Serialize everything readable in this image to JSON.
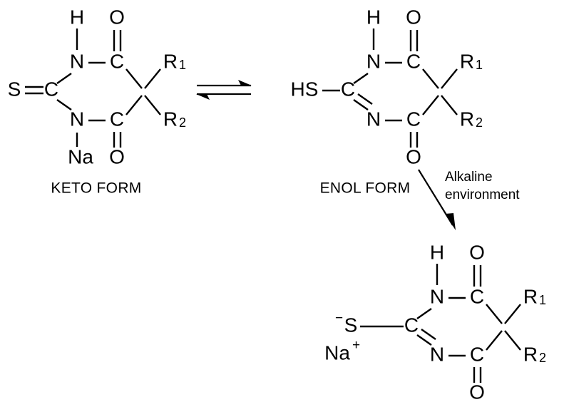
{
  "diagram": {
    "title_visible": false,
    "background_color": "#ffffff",
    "ink_color": "#000000",
    "type": "chemical-reaction-scheme",
    "description": "Keto-enol tautomerism of a sodium thiobarbiturate and its deprotonation in alkaline environment"
  },
  "structures": {
    "keto": {
      "label": "KETO FORM",
      "atoms": {
        "h": "H",
        "o_top": "O",
        "n_top": "N",
        "c_top": "C",
        "r1_base": "R",
        "r1_sub": "1",
        "s": "S",
        "c_left": "C",
        "n_bottom": "N",
        "c_bottom": "C",
        "r2_base": "R",
        "r2_sub": "2",
        "na": "Na",
        "o_bottom": "O"
      }
    },
    "enol": {
      "label": "ENOL FORM",
      "atoms": {
        "h": "H",
        "o_top": "O",
        "n_top": "N",
        "c_top": "C",
        "r1_base": "R",
        "r1_sub": "1",
        "hs": "HS",
        "c_left": "C",
        "n_bottom": "N",
        "c_bottom": "C",
        "r2_base": "R",
        "r2_sub": "2",
        "o_bottom": "O"
      }
    },
    "anion": {
      "label": "",
      "atoms": {
        "h": "H",
        "o_top": "O",
        "n_top": "N",
        "c_top": "C",
        "r1_base": "R",
        "r1_sub": "1",
        "s_charge": "−",
        "s": "S",
        "na_base": "Na",
        "na_charge": "+",
        "c_left": "C",
        "n_bottom": "N",
        "c_bottom": "C",
        "r2_base": "R",
        "r2_sub": "2",
        "o_bottom": "O"
      }
    }
  },
  "arrows": {
    "equilibrium": {
      "name": "equilibrium-arrow",
      "forward_direction": "right",
      "reverse_direction": "left"
    },
    "reaction": {
      "name": "alkaline-reaction-arrow",
      "direction": "down-right",
      "condition_line1": "Alkaline",
      "condition_line2": "environment"
    }
  }
}
